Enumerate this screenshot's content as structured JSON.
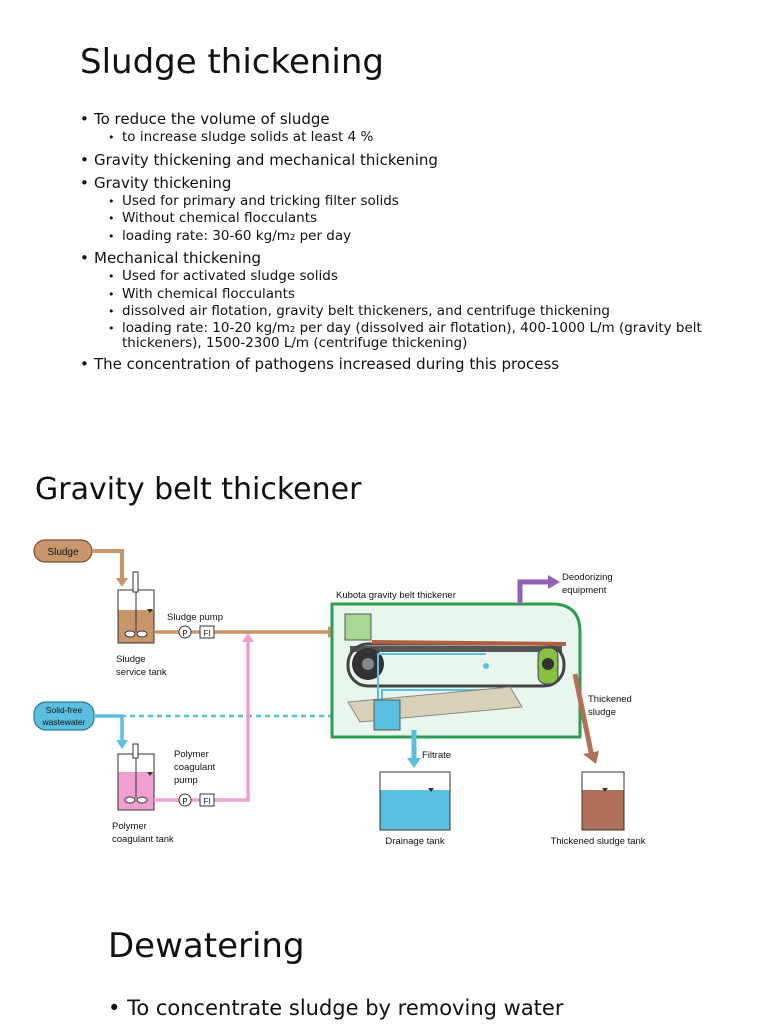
{
  "section1": {
    "title": "Sludge thickening",
    "b1": "To reduce the volume of sludge",
    "b1_sub": [
      "to increase sludge solids at least 4 %"
    ],
    "b2": "Gravity thickening and mechanical thickening",
    "b3": "Gravity thickening",
    "b3_sub": [
      "Used for primary and tricking filter solids",
      "Without chemical flocculants",
      "loading rate: 30-60 kg/m₂ per day"
    ],
    "b4": " Mechanical thickening",
    "b4_sub": [
      "Used for activated sludge solids",
      "With chemical flocculants",
      "dissolved air flotation, gravity belt thickeners, and centrifuge thickening",
      " loading rate: 10-20 kg/m₂ per day (dissolved air flotation), 400-1000 L/m (gravity belt thickeners), 1500-2300 L/m (centrifuge thickening)"
    ],
    "b5": "The concentration of pathogens increased during this process"
  },
  "section2": {
    "title": "Gravity belt thickener",
    "diagram": {
      "sludge": "Sludge",
      "sludge_pump": "Sludge pump",
      "sludge_service_tank_1": "Sludge",
      "sludge_service_tank_2": "service tank",
      "solid_free_1": "Solid-free",
      "solid_free_2": "wastewater",
      "polymer_pump_1": "Polymer",
      "polymer_pump_2": "coagulant",
      "polymer_pump_3": "pump",
      "polymer_tank_1": "Polymer",
      "polymer_tank_2": "coagulant tank",
      "kubota": "Kubota gravity belt thickener",
      "deodorizing_1": "Deodorizing",
      "deodorizing_2": "equipment",
      "thickened_sludge_1": "Thickened",
      "thickened_sludge_2": "sludge",
      "filtrate": "Filtrate",
      "drainage_tank": "Drainage tank",
      "thickened_sludge_tank": "Thickened sludge tank",
      "p_label": "P",
      "fi_label": "FI",
      "colors": {
        "sludge": "#c8966a",
        "polymer": "#f0a0d0",
        "water": "#5bc0e0",
        "frame": "#2e9e50",
        "deodor": "#9060b8"
      }
    }
  },
  "section3": {
    "title": "Dewatering",
    "b1": "To concentrate sludge by removing water"
  }
}
